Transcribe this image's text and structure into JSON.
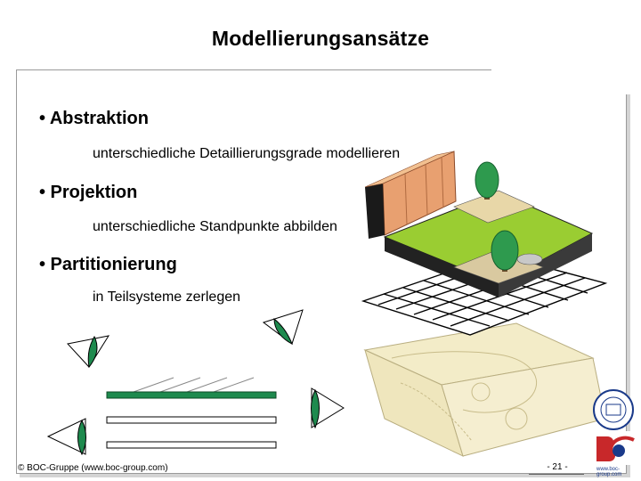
{
  "title": "Modellierungsansätze",
  "bullets": [
    {
      "heading": "• Abstraktion",
      "detail": "unterschiedliche Detaillierungsgrade modellieren"
    },
    {
      "heading": "• Projektion",
      "detail": "unterschiedliche Standpunkte abbilden"
    },
    {
      "heading": "• Partitionierung",
      "detail": "in Teilsysteme zerlegen"
    }
  ],
  "footer": {
    "copyright": "© BOC-Gruppe (www.boc-group.com)",
    "page": "- 21 -"
  },
  "logo": {
    "caption": "www.boc-group.com"
  },
  "colors": {
    "lawn": "#9acd32",
    "hedge": "#1e8a4e",
    "wall": "#e8a070",
    "plan": "#f3ecc8",
    "logo_red": "#c8282a",
    "logo_blue": "#1a3a8a"
  }
}
